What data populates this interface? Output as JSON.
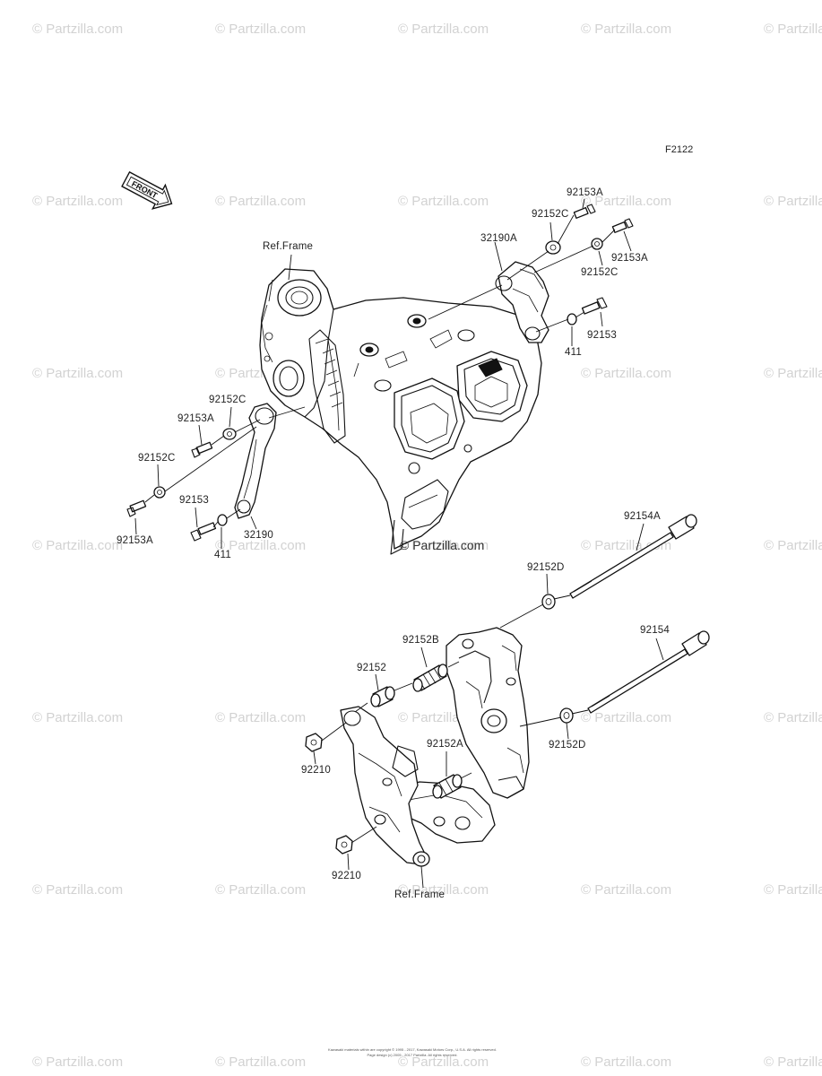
{
  "watermark": "© Partzilla.com",
  "center_watermark": "© Partzilla.com",
  "figure_code": "F2122",
  "front_badge": "FRONT",
  "copyright_lines": [
    "Kawasaki materials within are copyright © 1995 - 2017, Kawasaki Motors Corp., U.S.A. All rights reserved.",
    "Page design (c) 2005 - 2017 Partzilla. All rights reserved."
  ],
  "labels": {
    "ref_frame_top": "Ref.Frame",
    "ref_frame_bottom": "Ref.Frame",
    "p32190A": "32190A",
    "p92152C_r1": "92152C",
    "p92153A_r1": "92153A",
    "p92153A_r2": "92153A",
    "p92152C_r2": "92152C",
    "p92153_r": "92153",
    "p411_r": "411",
    "p92152C_l1": "92152C",
    "p92153A_l1": "92153A",
    "p92152C_l2": "92152C",
    "p92153A_l2": "92153A",
    "p92153_l": "92153",
    "p411_l": "411",
    "p32190": "32190",
    "p92154A": "92154A",
    "p92152D_1": "92152D",
    "p92154": "92154",
    "p92152D_2": "92152D",
    "p92152B": "92152B",
    "p92152": "92152",
    "p92152A": "92152A",
    "p92210_1": "92210",
    "p92210_2": "92210"
  }
}
